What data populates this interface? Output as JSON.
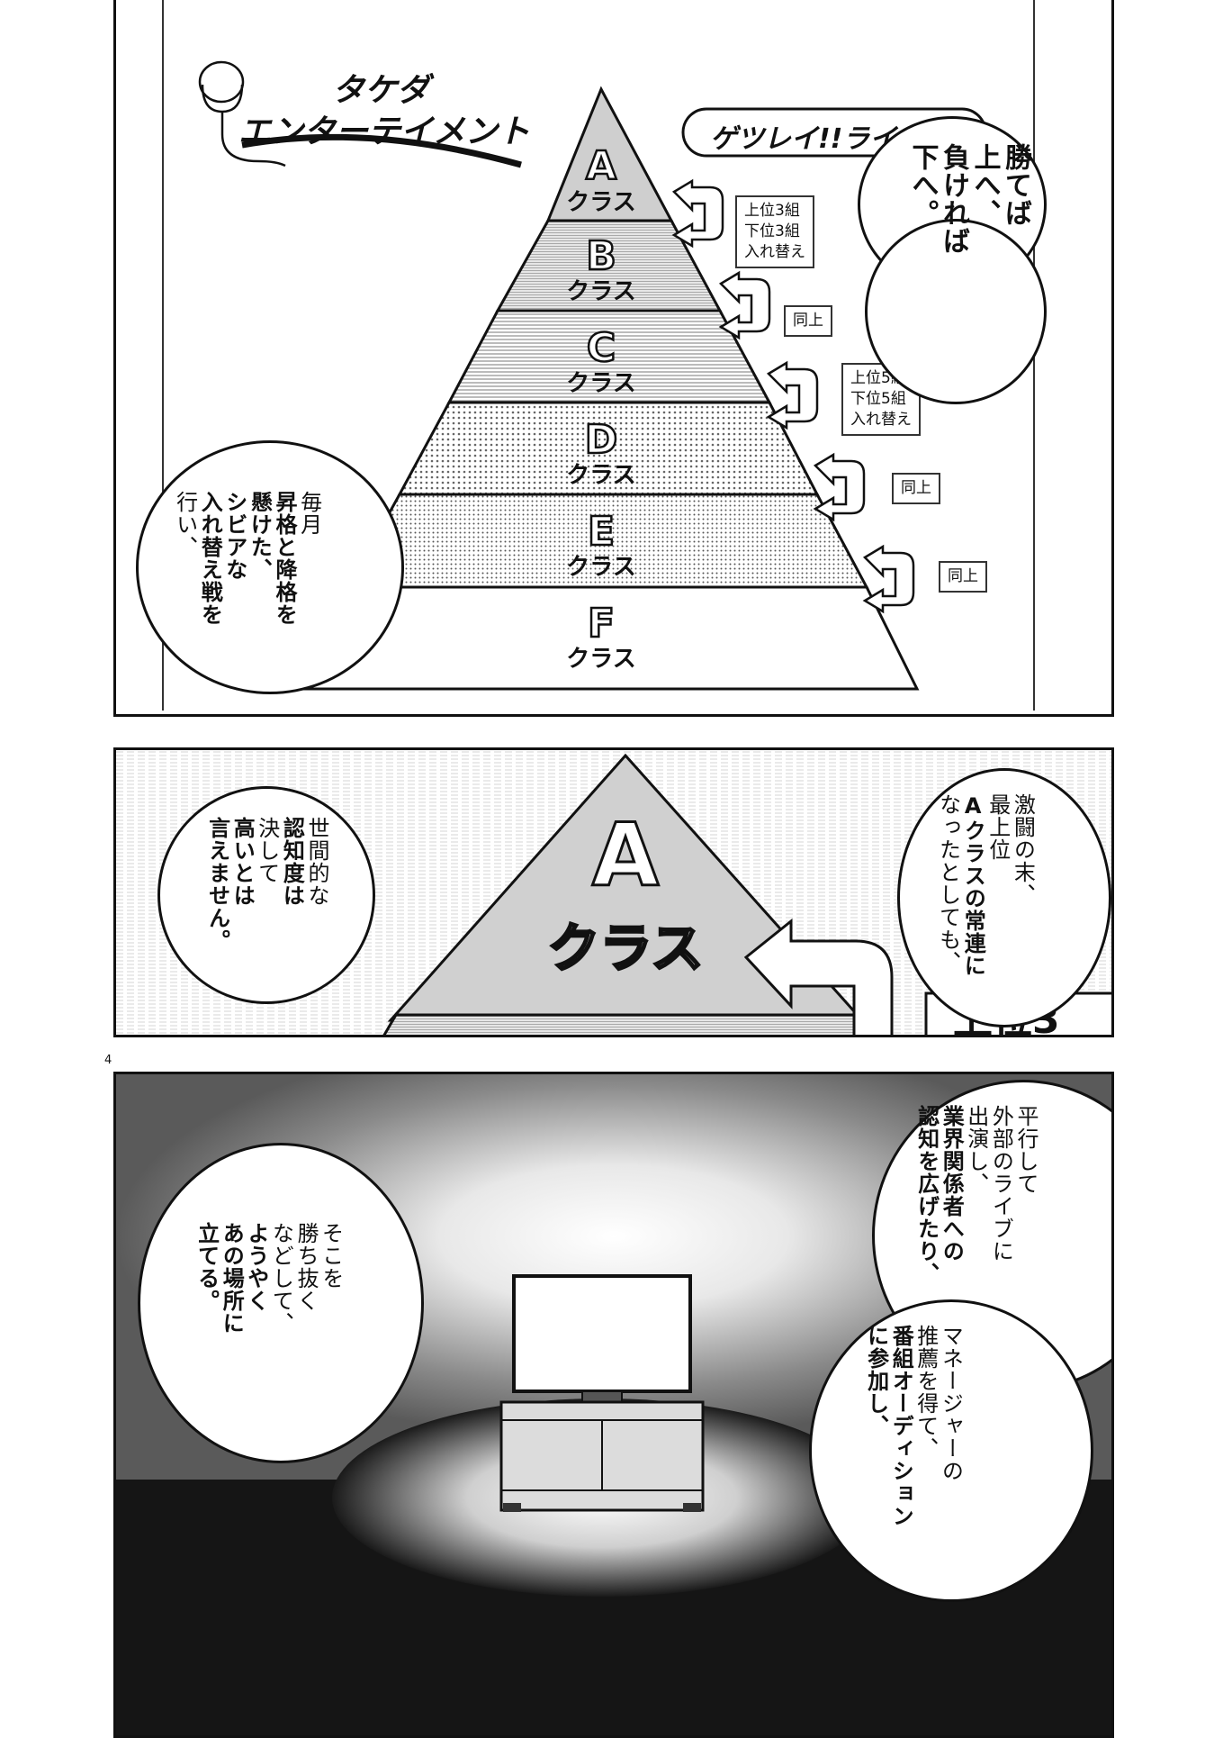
{
  "page_number": "4",
  "panel1": {
    "logo_line1": "タケダ",
    "logo_line2": "エンターテイメント",
    "live_title": "ゲツレイ!!ライブ",
    "classes": [
      {
        "letter": "A",
        "label": "クラス"
      },
      {
        "letter": "B",
        "label": "クラス"
      },
      {
        "letter": "C",
        "label": "クラス"
      },
      {
        "letter": "D",
        "label": "クラス"
      },
      {
        "letter": "E",
        "label": "クラス"
      },
      {
        "letter": "F",
        "label": "クラス"
      }
    ],
    "notes": [
      {
        "lines": [
          "上位3組",
          "下位3組",
          "入れ替え"
        ]
      },
      {
        "lines": [
          "同上"
        ]
      },
      {
        "lines": [
          "上位5組",
          "下位5組",
          "入れ替え"
        ]
      },
      {
        "lines": [
          "同上"
        ]
      },
      {
        "lines": [
          "同上"
        ]
      }
    ],
    "bubble_right": {
      "line1": "勝てば",
      "line2": "上へ、",
      "line3": "負ければ",
      "line4": "下へ。"
    },
    "bubble_left": {
      "line1": "毎月",
      "line2": "昇格と降格を",
      "line3": "懸けた、",
      "line4": "シビアな",
      "line5": "入れ替え戦を",
      "line6": "行い、"
    }
  },
  "panel2": {
    "letter": "A",
    "label": "クラス",
    "partial_note": "上位3",
    "bubble_left": {
      "line1": "世間的な",
      "line2": "認知度は",
      "line3": "決して",
      "line4": "高いとは",
      "line5": "言えません。"
    },
    "bubble_right": {
      "line1": "激闘の末、",
      "line2": "最上位",
      "line3": "Aクラスの常連に",
      "line4": "なったとしても、"
    }
  },
  "panel3": {
    "bubble_left": {
      "line1": "そこを",
      "line2": "勝ち抜く",
      "line3": "などして、",
      "line4": "ようやく",
      "line5": "あの場所に",
      "line6": "立てる。"
    },
    "bubble_right_top": {
      "line1": "平行して",
      "line2": "外部のライブに",
      "line3": "出演し、",
      "line4": "業界関係者への",
      "line5": "認知を広げたり、"
    },
    "bubble_right_bottom": {
      "line1": "マネージャーの",
      "line2": "推薦を得て、",
      "line3": "番組オーディション",
      "line4": "に参加し、"
    }
  }
}
